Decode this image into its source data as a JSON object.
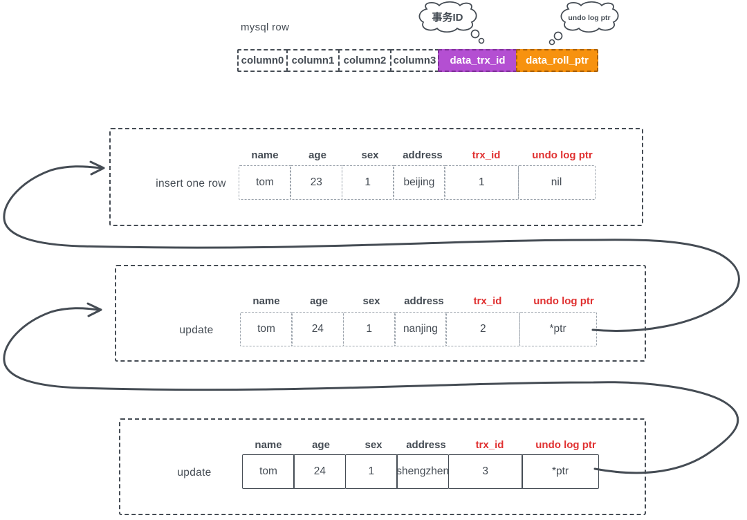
{
  "colors": {
    "ink": "#454c54",
    "red": "#e03131",
    "trx_fill": "#b44fd2",
    "roll_fill": "#f7920f",
    "inner_cell_border": "#9aa2ab"
  },
  "top_row": {
    "label": "mysql row",
    "cells": [
      {
        "label": "column0"
      },
      {
        "label": "column1"
      },
      {
        "label": "column2"
      },
      {
        "label": "column3"
      },
      {
        "label": "data_trx_id"
      },
      {
        "label": "data_roll_ptr"
      }
    ],
    "bubble_trx": "事务ID",
    "bubble_undo": "undo log ptr"
  },
  "headers": [
    {
      "label": "name"
    },
    {
      "label": "age"
    },
    {
      "label": "sex"
    },
    {
      "label": "address"
    },
    {
      "label": "trx_id"
    },
    {
      "label": "undo log ptr"
    }
  ],
  "versions": [
    {
      "label": "insert one row",
      "cells": [
        "tom",
        "23",
        "1",
        "beijing",
        "1",
        "nil"
      ]
    },
    {
      "label": "update",
      "cells": [
        "tom",
        "24",
        "1",
        "nanjing",
        "2",
        "*ptr"
      ]
    },
    {
      "label": "update",
      "cells": [
        "tom",
        "24",
        "1",
        "shengzhen",
        "3",
        "*ptr"
      ]
    }
  ]
}
